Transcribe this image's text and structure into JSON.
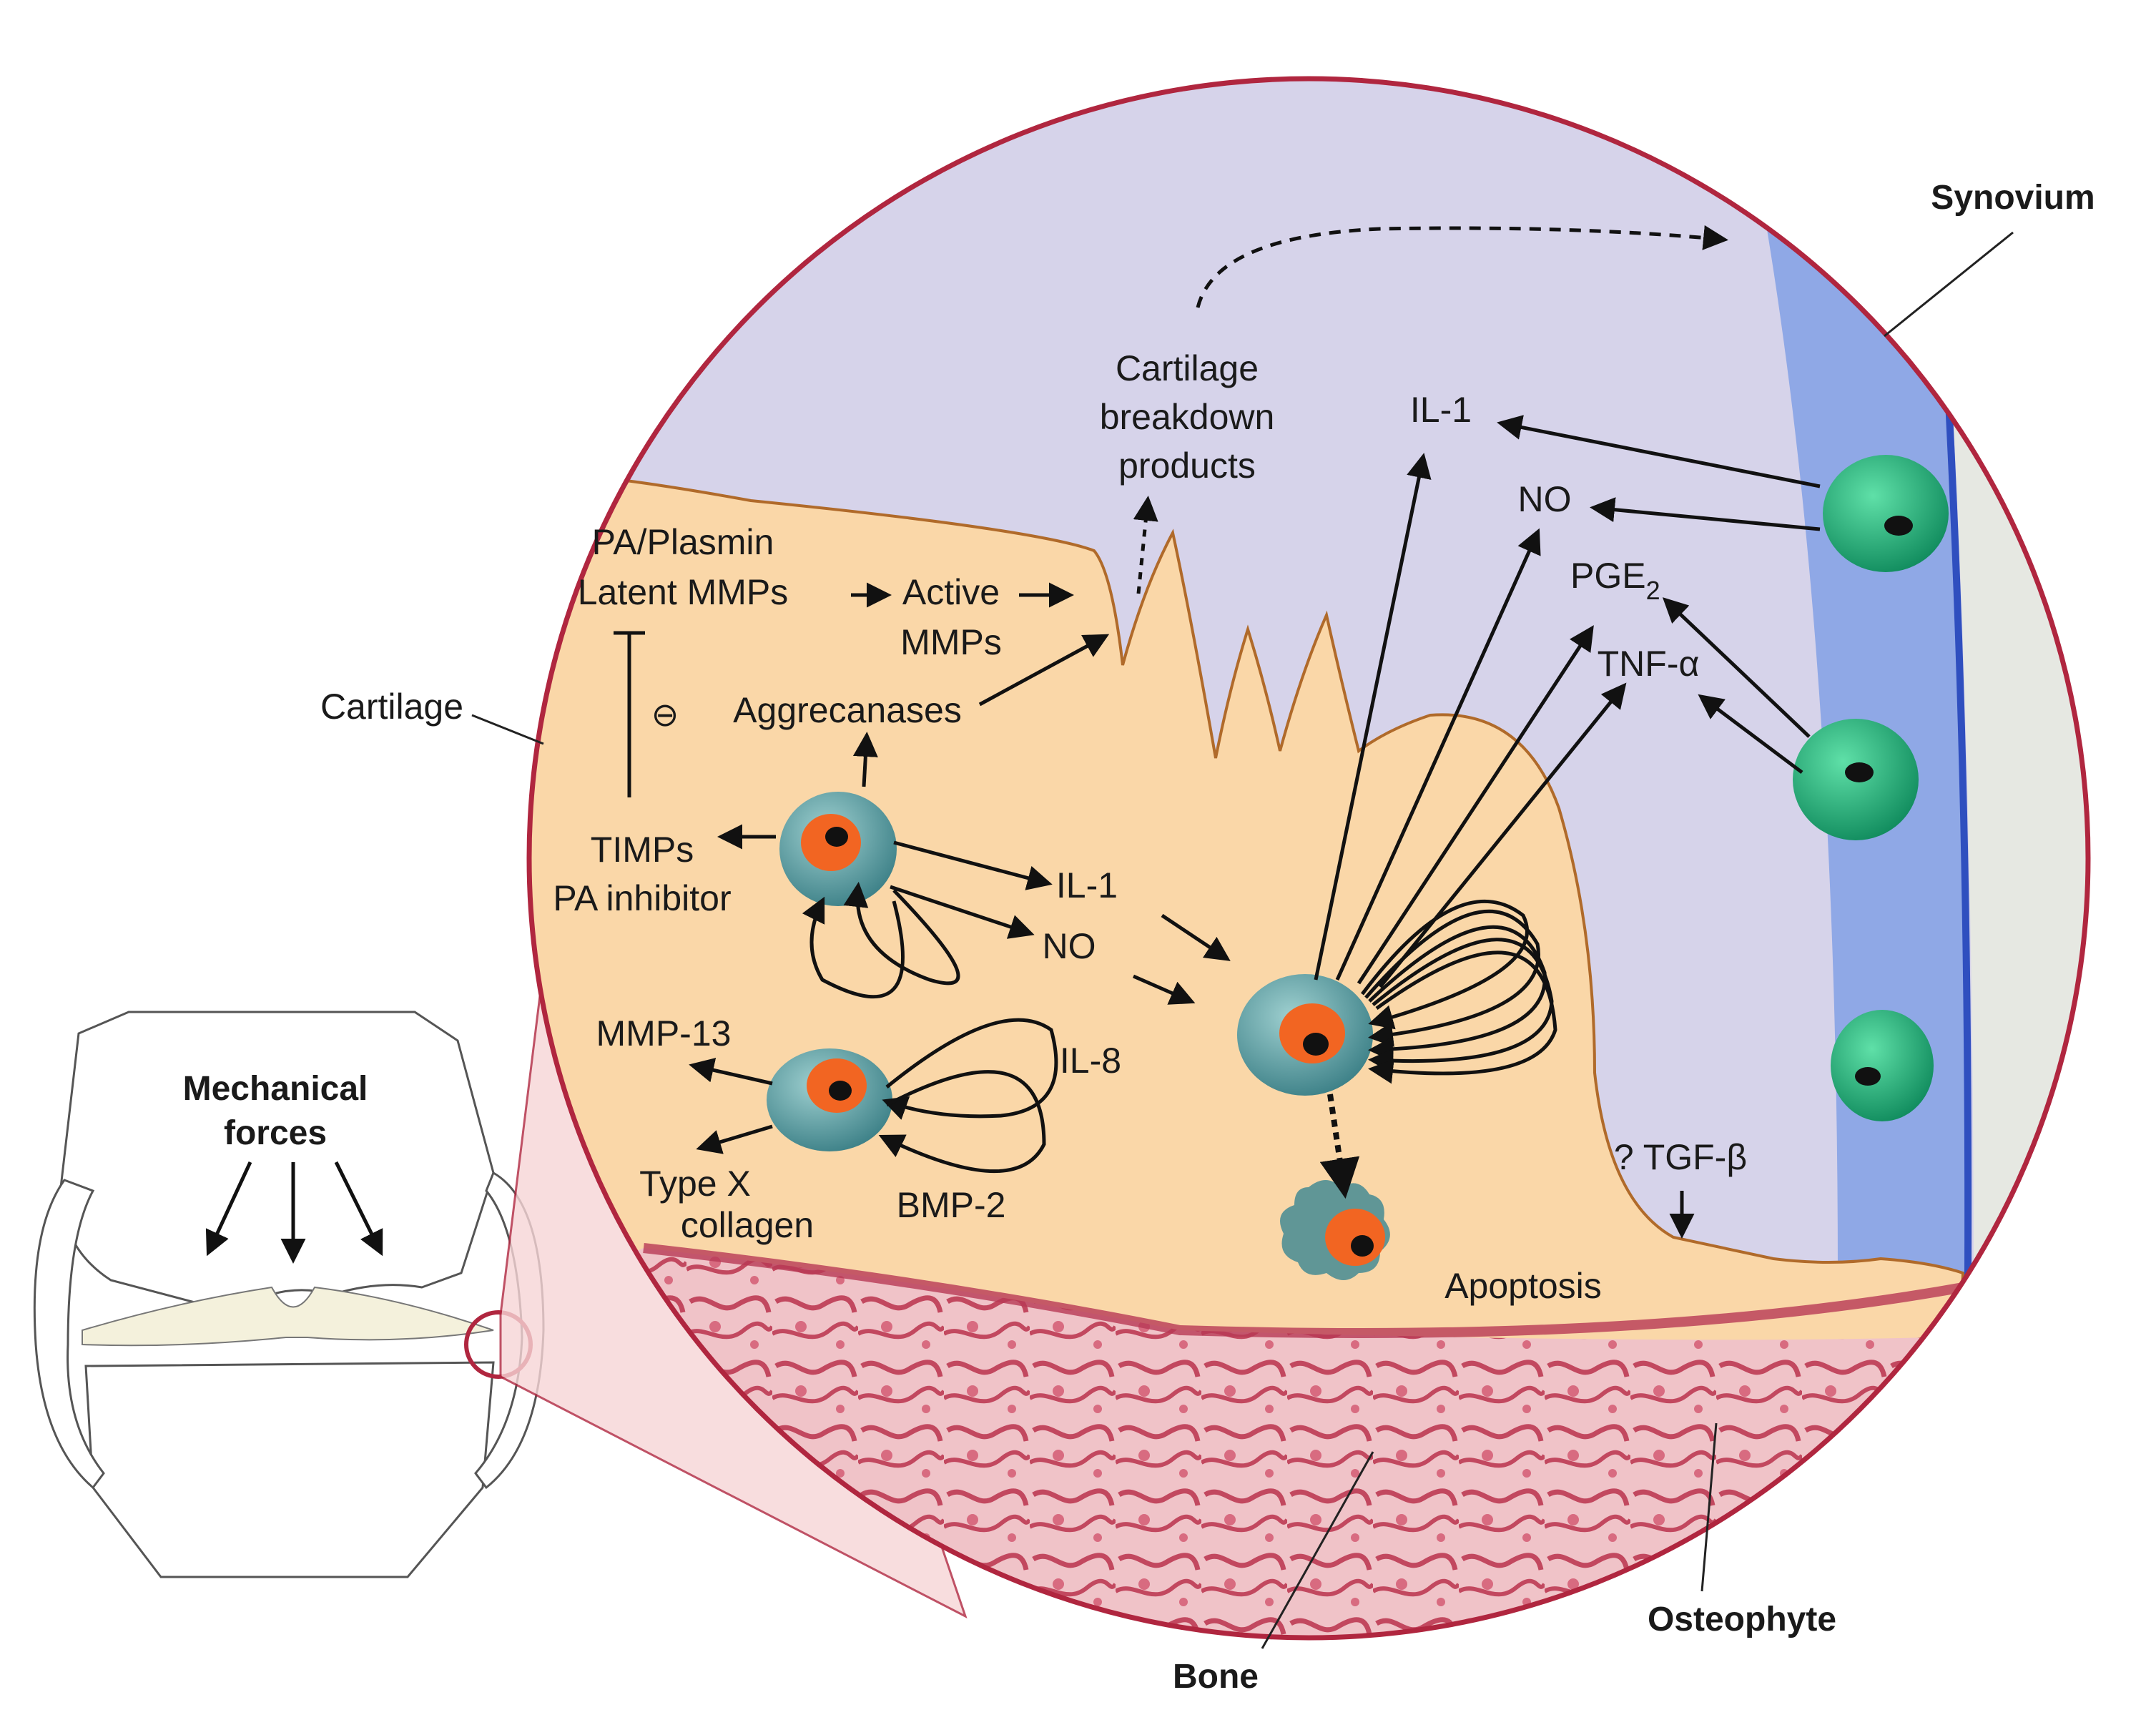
{
  "labels": {
    "synovium": "Synovium",
    "cartilage": "Cartilage",
    "bone": "Bone",
    "osteophyte": "Osteophyte",
    "mechanical_1": "Mechanical",
    "mechanical_2": "forces",
    "breakdown_1": "Cartilage",
    "breakdown_2": "breakdown",
    "breakdown_3": "products",
    "pa_plasmin": "PA/Plasmin",
    "latent_mmps": "Latent MMPs",
    "active_1": "Active",
    "active_2": "MMPs",
    "aggrecanases": "Aggrecanases",
    "timps": "TIMPs",
    "pa_inhibitor": "PA inhibitor",
    "inhibit_sign": "⊖",
    "il1_left": "IL-1",
    "no_left": "NO",
    "mmp13": "MMP-13",
    "il8": "IL-8",
    "type_x": "Type X",
    "collagen": "collagen",
    "bmp2": "BMP-2",
    "apoptosis": "Apoptosis",
    "il1_right": "IL-1",
    "no_right": "NO",
    "pge2_base": "PGE",
    "pge2_sub": "2",
    "tnf": "TNF-α",
    "tgf": "? TGF-β"
  },
  "colors": {
    "outline_ring": "#b0263f",
    "fluid": "#d6d3ea",
    "synovium_band": "#8fa8e6",
    "synovium_edge": "#2f4fbf",
    "outer_tissue": "#e6e8e2",
    "cartilage": "#fad7a8",
    "cartilage_edge": "#b06a2a",
    "bone": "#e8b0b8",
    "bone_dark": "#b83a55",
    "chondrocyte": "#5b9ea1",
    "nucleus_halo": "#f26522",
    "synovial_cell": "#1fae7a"
  }
}
